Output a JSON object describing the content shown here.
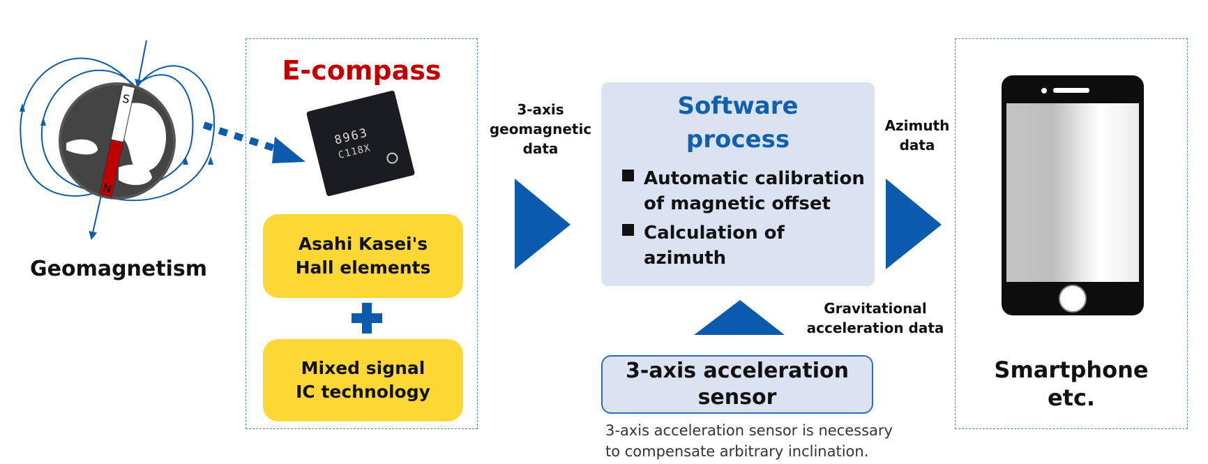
{
  "colors": {
    "accent_blue": "#0a5aad",
    "title_red": "#c00000",
    "title_blue": "#1060b0",
    "yellow_box": "#fdd835",
    "light_blue_box": "#dbe3f3",
    "dashed_border": "#4f81bd"
  },
  "geomagnetism": {
    "label": "Geomagnetism",
    "magnet_pole_south": "S",
    "magnet_pole_north": "N",
    "icon": "earth-magnetic-field-icon"
  },
  "ecompass": {
    "title": "E-compass",
    "chip_marking_line1": "8963",
    "chip_marking_line2": "C118X",
    "boxes": [
      {
        "line1": "Asahi Kasei's",
        "line2": "Hall elements"
      },
      {
        "line1": "Mixed signal",
        "line2": "IC technology"
      }
    ],
    "plus_icon": "plus-icon"
  },
  "arrows": {
    "geomagnetic_data": {
      "line1": "3-axis",
      "line2": "geomagnetic",
      "line3": "data"
    },
    "azimuth_data": {
      "line1": "Azimuth",
      "line2": "data"
    },
    "gravitational_data": {
      "line1": "Gravitational",
      "line2": "acceleration data"
    }
  },
  "software": {
    "title_line1": "Software",
    "title_line2": "process",
    "bullets": [
      {
        "line1": "Automatic calibration",
        "line2": "of magnetic offset"
      },
      {
        "line1": "Calculation of",
        "line2": "azimuth"
      }
    ]
  },
  "accel_sensor": {
    "line1": "3-axis acceleration",
    "line2": "sensor",
    "note_line1": "3-axis acceleration sensor is necessary",
    "note_line2": "to compensate arbitrary inclination."
  },
  "smartphone": {
    "line1": "Smartphone",
    "line2": "etc.",
    "icon": "smartphone-icon"
  }
}
